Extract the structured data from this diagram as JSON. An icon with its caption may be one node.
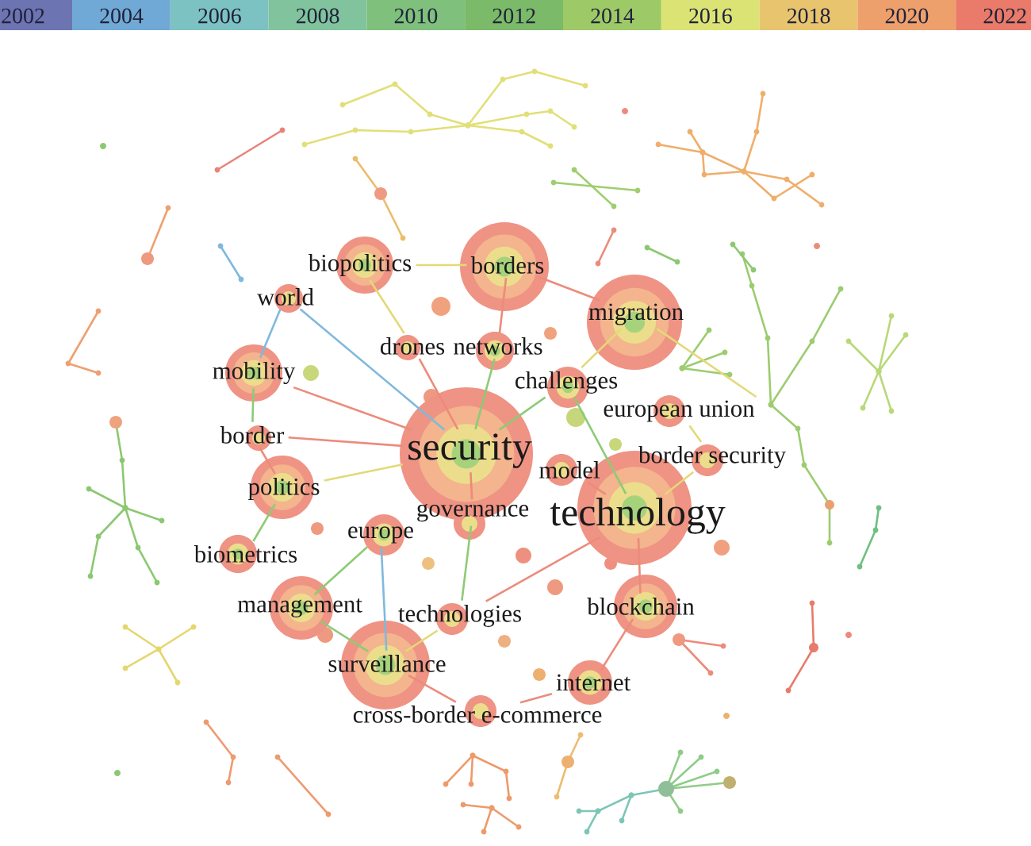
{
  "diagram": {
    "nodes": [
      {
        "text": [
          "biopolitics"
        ]
      },
      {
        "text": [
          "borders"
        ]
      },
      {
        "text": [
          "world"
        ]
      },
      {
        "text": [
          "migration"
        ]
      },
      {
        "text": [
          "drones"
        ]
      },
      {
        "text": [
          "networks"
        ]
      },
      {
        "text": [
          "mobility"
        ]
      },
      {
        "text": [
          "challenges"
        ]
      },
      {
        "text": [
          "european union"
        ]
      },
      {
        "text": [
          "border"
        ]
      },
      {
        "text": [
          "security"
        ]
      },
      {
        "text": [
          "model"
        ]
      },
      {
        "text": [
          "border security"
        ]
      },
      {
        "text": [
          "politics"
        ]
      },
      {
        "text": [
          "technology"
        ]
      },
      {
        "text": [
          "governance"
        ]
      },
      {
        "text": [
          "europe"
        ]
      },
      {
        "text": [
          "biometrics"
        ]
      },
      {
        "text": [
          "management"
        ]
      },
      {
        "text": [
          "blockchain"
        ]
      },
      {
        "text": [
          "technologies"
        ]
      },
      {
        "text": [
          "surveillance"
        ]
      },
      {
        "text": [
          "internet"
        ]
      },
      {
        "text": [
          "cross-border e-commerce"
        ]
      }
    ],
    "edges": [
      {
        "from": 10,
        "to": 5,
        "arrow": "none",
        "color": "#8ccb76"
      },
      {
        "from": 5,
        "to": 1,
        "arrow": "none"
      },
      {
        "from": 10,
        "to": 4,
        "arrow": "none"
      },
      {
        "from": 4,
        "to": 0,
        "arrow": "none",
        "color": "#e3d977"
      },
      {
        "from": 0,
        "to": 1,
        "arrow": "none",
        "color": "#e3d977"
      },
      {
        "from": 2,
        "to": 6,
        "arrow": "none",
        "color": "#7fb9dd"
      },
      {
        "from": 2,
        "to": 10,
        "arrow": "none",
        "color": "#7fb9dd"
      },
      {
        "from": 10,
        "to": 6,
        "arrow": "none"
      },
      {
        "from": 10,
        "to": 7,
        "arrow": "none",
        "color": "#8ccb76"
      },
      {
        "from": 7,
        "to": 3,
        "arrow": "none",
        "color": "#e3d977"
      },
      {
        "from": 1,
        "to": 3,
        "arrow": "none"
      },
      {
        "from": 3,
        "to": 8,
        "arrow": "none",
        "color": "#e3d977"
      },
      {
        "from": 8,
        "to": 12,
        "arrow": "none",
        "color": "#e3d977"
      },
      {
        "from": 12,
        "to": 14,
        "arrow": "none",
        "color": "#e3d977"
      },
      {
        "from": 6,
        "to": 9,
        "arrow": "none",
        "color": "#8ccb76"
      },
      {
        "from": 10,
        "to": 9,
        "arrow": "none"
      },
      {
        "from": 10,
        "to": 13,
        "arrow": "none",
        "color": "#e3d977"
      },
      {
        "from": 9,
        "to": 13,
        "arrow": "none"
      },
      {
        "from": 17,
        "to": 13,
        "arrow": "none",
        "color": "#8ccb76"
      },
      {
        "from": 10,
        "to": 15,
        "arrow": "none"
      },
      {
        "from": 11,
        "to": 14,
        "arrow": "none"
      },
      {
        "from": 14,
        "to": 7,
        "arrow": "none",
        "color": "#8ccb76"
      },
      {
        "from": 14,
        "to": 19,
        "arrow": "none"
      },
      {
        "from": 19,
        "to": 22,
        "arrow": "none"
      },
      {
        "from": 22,
        "to": 23,
        "arrow": "none"
      },
      {
        "from": 14,
        "to": 20,
        "arrow": "none"
      },
      {
        "from": 20,
        "to": 15,
        "arrow": "none",
        "color": "#8ccb76"
      },
      {
        "from": 21,
        "to": 20,
        "arrow": "none",
        "color": "#e3d977"
      },
      {
        "from": 16,
        "to": 21,
        "arrow": "none",
        "color": "#7fb9dd"
      },
      {
        "from": 18,
        "to": 21,
        "arrow": "none",
        "color": "#8ccb76"
      },
      {
        "from": 18,
        "to": 16,
        "arrow": "none",
        "color": "#8ccb76"
      },
      {
        "from": 21,
        "to": 23,
        "arrow": "none"
      }
    ],
    "legend": [
      {
        "text": "2002",
        "color": "#6c74b2"
      },
      {
        "text": "2004",
        "color": "#71a9d6"
      },
      {
        "text": "2006",
        "color": "#7dc2c2"
      },
      {
        "text": "2008",
        "color": "#80c39c"
      },
      {
        "text": "2010",
        "color": "#7ec07c"
      },
      {
        "text": "2012",
        "color": "#7aba68"
      },
      {
        "text": "2014",
        "color": "#9dca66"
      },
      {
        "text": "2016",
        "color": "#dce375"
      },
      {
        "text": "2018",
        "color": "#e9c46f"
      },
      {
        "text": "2020",
        "color": "#eea06c"
      },
      {
        "text": "2022",
        "color": "#ea7a69"
      }
    ]
  }
}
